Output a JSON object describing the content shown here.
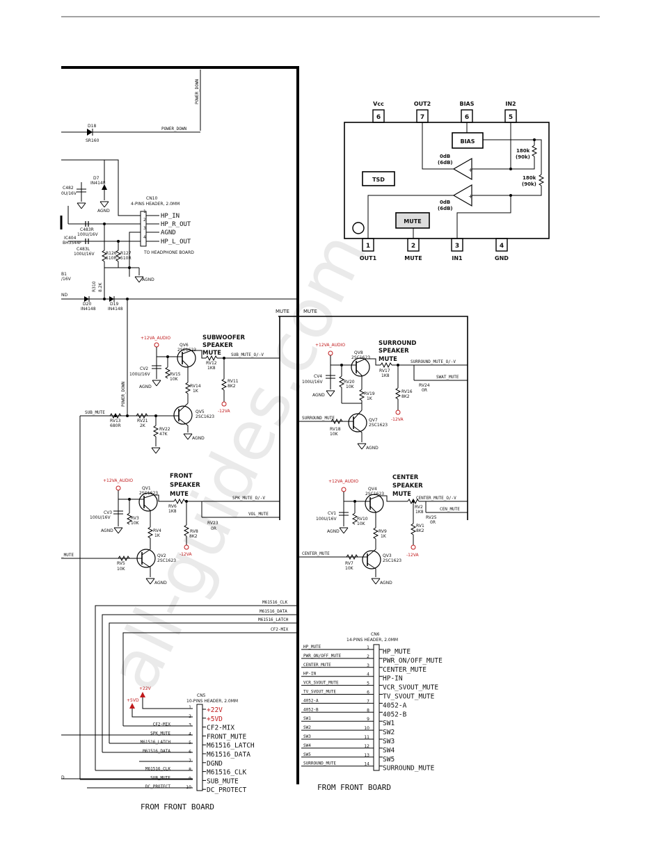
{
  "watermark": "all-guides.com",
  "ic": {
    "pins_top": [
      {
        "num": "6",
        "name": "Vcc"
      },
      {
        "num": "7",
        "name": "OUT2"
      },
      {
        "num": "6",
        "name": "BIAS"
      },
      {
        "num": "5",
        "name": "IN2"
      }
    ],
    "pins_bottom": [
      {
        "num": "1",
        "name": "OUT1"
      },
      {
        "num": "2",
        "name": "MUTE"
      },
      {
        "num": "3",
        "name": "IN1"
      },
      {
        "num": "4",
        "name": "GND"
      }
    ],
    "bias_block": "BIAS",
    "tsd_block": "TSD",
    "mute_block": "MUTE",
    "amp1_gain": "0dB",
    "amp1_gain_alt": "(6dB)",
    "amp2_gain": "0dB",
    "amp2_gain_alt": "(6dB)",
    "r1": "180k",
    "r1_alt": "(90k)",
    "r2": "180k",
    "r2_alt": "(90k)"
  },
  "headphone": {
    "power_down": "POWER_DOWN",
    "power_down_v": "POWER_DOWN",
    "d18": "D18",
    "d18_val": "SR160",
    "d7": "D7",
    "d7_val": "IN4148",
    "c482": "C482",
    "c482_val": "0U/16V",
    "agnd": "AGND",
    "c483r": "C483R",
    "c483r_val": "100U/16V",
    "ic404": "IC404",
    "ic404_val": "BH3544F",
    "c483l": "C483L",
    "c483l_val": "100U/16V",
    "b1": "B1",
    "b1_val": "/16V",
    "r126": "R126",
    "r126_val": "510R",
    "r127": "R127",
    "r127_val": "510R",
    "r310": "R310",
    "r310_val": "8.2K",
    "nd": "ND",
    "d20": "D20",
    "d20_val": "IN4148",
    "d19": "D19",
    "d19_val": "IN4148",
    "cn10": "CN10",
    "cn10_desc": "4-PINS HEADER, 2.0MM",
    "cn10_pins": [
      "1",
      "2",
      "3",
      "4"
    ],
    "cn10_labels": [
      "HP_IN",
      "HP_R_OUT",
      "AGND",
      "HP_L_OUT"
    ],
    "to_board": "TO HEADPHONE BOARD",
    "agnd2": "AGND"
  },
  "mute_bus": [
    "MUTE",
    "MUTE"
  ],
  "sub": {
    "title": [
      "SUBWOOFER",
      "SPEAKER",
      "MUTE"
    ],
    "supply": "+12VA_AUDIO",
    "qv6": "QV6",
    "qv6_val": "2SC1623",
    "cv2": "CV2",
    "cv2_val": "100U/16V",
    "agnd": "AGND",
    "rv15": "RV15",
    "rv15_val": "10K",
    "rv14": "RV14",
    "rv14_val": "1K",
    "rv12": "RV12",
    "rv12_val": "1K8",
    "net": "SUB_MUTE_O/-V",
    "rv11": "RV11",
    "rv11_val": "8K2",
    "neg": "-12VA",
    "qv5": "QV5",
    "qv5_val": "2SC1623",
    "rv13": "RV13",
    "rv13_val": "680R",
    "rv21": "RV21",
    "rv21_val": "2K",
    "rv22": "RV22",
    "rv22_val": "47K",
    "agnd2": "AGND",
    "sub_mute": "SUB_MUTE",
    "power_down": "POWER_DOWN"
  },
  "front": {
    "title": [
      "FRONT",
      "SPEAKER",
      "MUTE"
    ],
    "supply": "+12VA_AUDIO",
    "qv1": "QV1",
    "qv1_val": "2SC1623",
    "cv3": "CV3",
    "cv3_val": "100U/16V",
    "agnd": "AGND",
    "rv3": "RV3",
    "rv3_val": "10K",
    "rv4": "RV4",
    "rv4_val": "1K",
    "rv6": "RV6",
    "rv6_val": "1K8",
    "net": "SPK_MUTE_O/-V",
    "vol": "VOL_MUTE",
    "rv23": "RV23",
    "rv23_val": "0R",
    "rv8": "RV8",
    "rv8_val": "8K2",
    "neg": "-12VA",
    "left_net": "_MUTE",
    "qv2": "QV2",
    "qv2_val": "2SC1623",
    "rv5": "RV5",
    "rv5_val": "10K",
    "agnd2": "AGND"
  },
  "surround": {
    "title": [
      "SURROUND",
      "SPEAKER",
      "MUTE"
    ],
    "supply": "+12VA_AUDIO",
    "qv8": "QV8",
    "qv8_val": "2SC1623",
    "cv4": "CV4",
    "cv4_val": "100U/16V",
    "agnd": "AGND",
    "rv20": "RV20",
    "rv20_val": "10K",
    "rv19": "RV19",
    "rv19_val": "1K",
    "rv17": "RV17",
    "rv17_val": "1K8",
    "net": "SURROUND_MUTE_O/-V",
    "swat": "SWAT_MUTE",
    "rv24": "RV24",
    "rv24_val": "0R",
    "rv16": "RV16",
    "rv16_val": "8K2",
    "neg": "-12VA",
    "left_net": "SURROUND_MUTE",
    "qv7": "QV7",
    "qv7_val": "2SC1623",
    "rv18": "RV18",
    "rv18_val": "10K",
    "agnd2": "AGND"
  },
  "center": {
    "title": [
      "CENTER",
      "SPEAKER",
      "MUTE"
    ],
    "supply": "+12VA_AUDIO",
    "qv4": "QV4",
    "qv4_val": "2SC1623",
    "cv1": "CV1",
    "cv1_val": "100U/16V",
    "agnd": "AGND",
    "rv10": "RV10",
    "rv10_val": "10K",
    "rv9": "RV9",
    "rv9_val": "1K",
    "rv2": "RV2",
    "rv2_val": "1K8",
    "net": "CENTER_MUTE_O/-V",
    "cen": "CEN_MUTE",
    "rv25": "RV25",
    "rv25_val": "0R",
    "rv1": "RV1",
    "rv1_val": "8K2",
    "neg": "-12VA",
    "left_net": "CENTER_MUTE",
    "qv3": "QV3",
    "qv3_val": "2SC1623",
    "rv7": "RV7",
    "rv7_val": "10K",
    "agnd2": "AGND"
  },
  "bus_nets": [
    "M61516_CLK",
    "M61516_DATA",
    "M61516_LATCH",
    "CF2-MIX"
  ],
  "cn5": {
    "name": "CN5",
    "desc": "10-PINS HEADER, 2.0MM",
    "v22": "+22V",
    "v5": "+5VD",
    "wire_labels": [
      "",
      "",
      "CF2-MIX",
      "SPK_MUTE",
      "M61516_LATCH",
      "M61516_DATA",
      "",
      "M61516_CLK",
      "SUB_MUTE",
      "DC_PROTECT"
    ],
    "pins": [
      "1",
      "2",
      "3",
      "4",
      "5",
      "6",
      "7",
      "8",
      "9",
      "10"
    ],
    "labels": [
      "+22V",
      "+5VD",
      "CF2-MIX",
      "FRONT_MUTE",
      "M61516_LATCH",
      "M61516_DATA",
      "DGND",
      "M61516_CLK",
      "SUB_MUTE",
      "DC_PROTECT"
    ],
    "left_d": "D",
    "from": "FROM FRONT BOARD"
  },
  "cn6": {
    "name": "CN6",
    "desc": "14-PINS HEADER, 2.0MM",
    "wire_labels": [
      "HP_MUTE",
      "PWR_ON/OFF_MUTE",
      "CENTER_MUTE",
      "HP-IN",
      "VCR_SVOUT_MUTE",
      "TV_SVOUT_MUTE",
      "4052-A",
      "4052-B",
      "SW1",
      "SW2",
      "SW3",
      "SW4",
      "SW5",
      "SURROUND_MUTE"
    ],
    "pins": [
      "1",
      "2",
      "3",
      "4",
      "5",
      "6",
      "7",
      "8",
      "9",
      "10",
      "11",
      "12",
      "13",
      "14"
    ],
    "labels": [
      "HP_MUTE",
      "PWR_ON/OFF_MUTE",
      "CENTER_MUTE",
      "HP-IN",
      "VCR_SVOUT_MUTE",
      "TV_SVOUT_MUTE",
      "4052-A",
      "4052-B",
      "SW1",
      "SW2",
      "SW3",
      "SW4",
      "SW5",
      "SURROUND_MUTE"
    ],
    "from": "FROM FRONT BOARD"
  }
}
